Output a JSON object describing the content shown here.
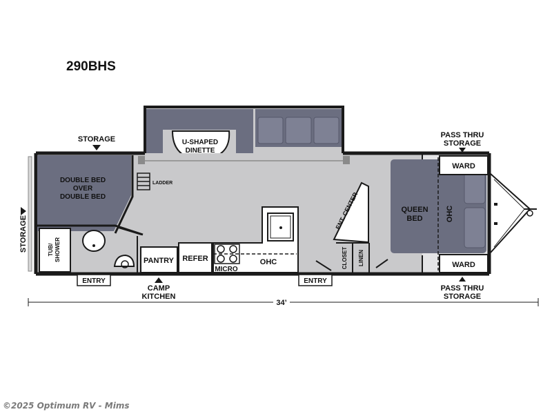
{
  "model": "290BHS",
  "watermark": "©2025 Optimum RV - Mims",
  "colors": {
    "floor": "#c9c9cb",
    "furniture": "#6b6e80",
    "cushion": "#7e8194",
    "wall": "#1a1a1a",
    "fixture": "#ffffff"
  },
  "labels": {
    "storage_top": "STORAGE",
    "storage_left": "STORAGE",
    "dinette_line1": "U-SHAPED",
    "dinette_line2": "DINETTE",
    "ladder": "LADDER",
    "bunk_line1": "DOUBLE BED",
    "bunk_line2": "OVER",
    "bunk_line3": "DOUBLE BED",
    "tub_line1": "TUB/",
    "tub_line2": "SHOWER",
    "pantry": "PANTRY",
    "refer": "REFER",
    "micro": "MICRO",
    "ohc_galley": "OHC",
    "ent_center": "ENT. CENTER",
    "closet": "CLOSET",
    "linen": "LINEN",
    "queen_line1": "QUEEN",
    "queen_line2": "BED",
    "ohc_bedroom": "OHC",
    "ward_top": "WARD",
    "ward_bottom": "WARD",
    "pass_thru_top_line1": "PASS THRU",
    "pass_thru_top_line2": "STORAGE",
    "pass_thru_bottom_line1": "PASS THRU",
    "pass_thru_bottom_line2": "STORAGE",
    "entry_rear": "ENTRY",
    "entry_main": "ENTRY",
    "camp_line1": "CAMP",
    "camp_line2": "KITCHEN",
    "length": "34’"
  }
}
